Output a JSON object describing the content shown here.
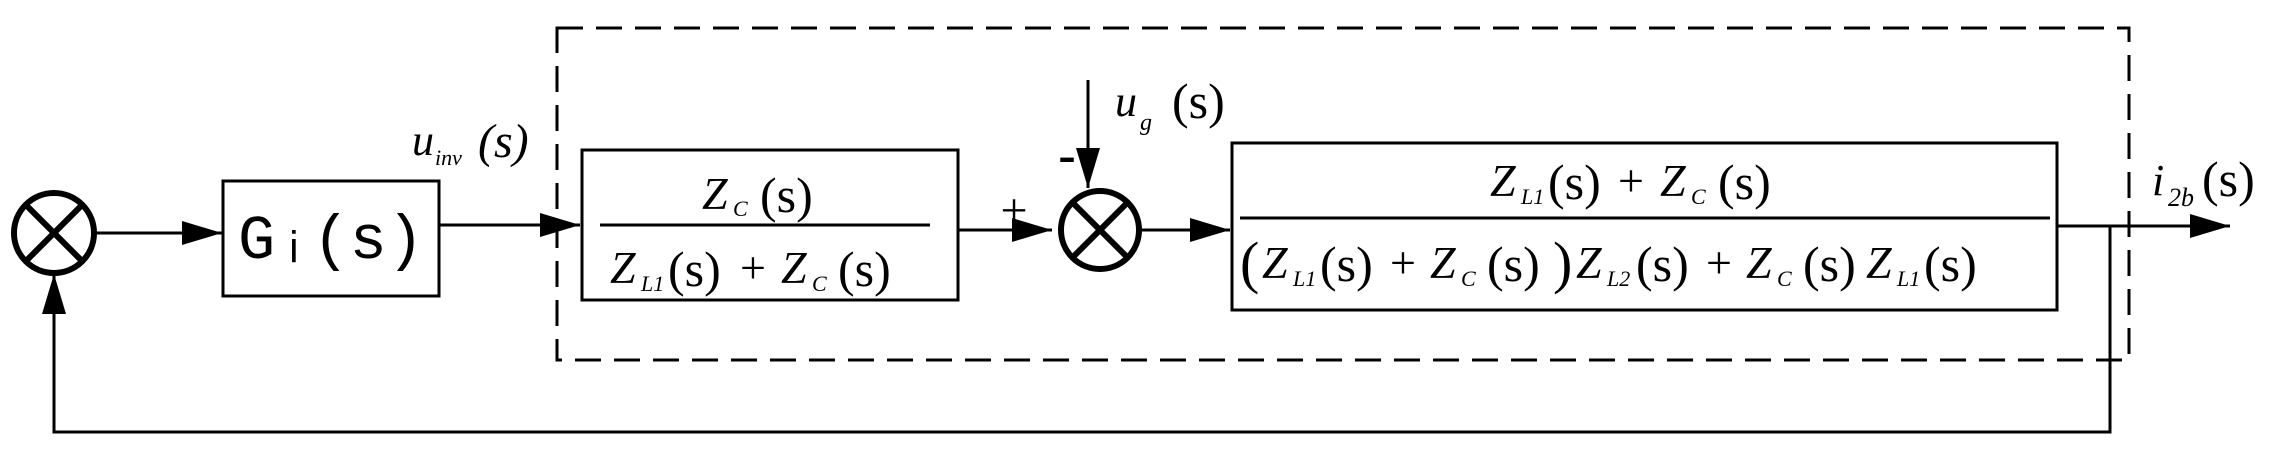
{
  "controller": {
    "label": "Gᵢ(s)"
  },
  "signals": {
    "u_inv": "u",
    "u_inv_sub": "inv",
    "u_inv_arg": "(s)",
    "u_g": "u",
    "u_g_sub": "g",
    "u_g_arg": "(s)",
    "output": "i",
    "output_sub": "2b",
    "output_arg": "(s)"
  },
  "signs": {
    "plus": "+",
    "minus": "-"
  },
  "block1": {
    "numerator": {
      "a": "Z",
      "a_sub": "C",
      "a_arg": "(s)"
    },
    "denominator": {
      "a": "Z",
      "a_sub": "L1",
      "a_arg": "(s)",
      "op": "+",
      "b": "Z",
      "b_sub": "C",
      "b_arg": "(s)"
    }
  },
  "block2": {
    "numerator": {
      "a": "Z",
      "a_sub": "L1",
      "a_arg": "(s)",
      "op": "+",
      "b": "Z",
      "b_sub": "C",
      "b_arg": "(s)"
    },
    "denominator": {
      "open": "(",
      "a": "Z",
      "a_sub": "L1",
      "a_arg": "(s)",
      "op1": "+",
      "b": "Z",
      "b_sub": "C",
      "b_arg": "(s)",
      "close": ")",
      "c": "Z",
      "c_sub": "L2",
      "c_arg": "(s)",
      "op2": "+",
      "d": "Z",
      "d_sub": "C",
      "d_arg": "(s)",
      "e": "Z",
      "e_sub": "L1",
      "e_arg": "(s)"
    }
  }
}
